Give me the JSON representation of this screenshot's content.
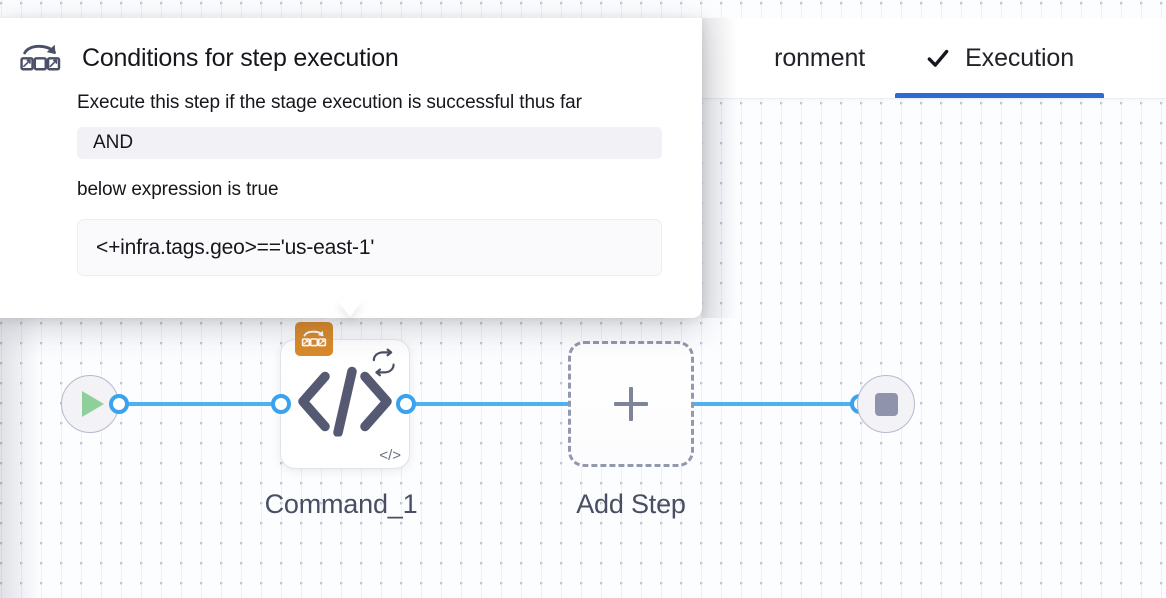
{
  "tabs": [
    {
      "label": "Environment",
      "icon": "",
      "active": false,
      "truncated_label": "ronment"
    },
    {
      "label": "Execution",
      "icon": "check-icon",
      "active": true
    }
  ],
  "popover": {
    "icon": "conditional-execution-icon",
    "title": "Conditions for step execution",
    "line1": "Execute this step if the stage execution is successful thus far",
    "operator": "AND",
    "line2": "below expression is true",
    "expression": "<+infra.tags.geo>=='us-east-1'"
  },
  "graph": {
    "start_node": {
      "name": "start-node",
      "icon": "play-icon"
    },
    "end_node": {
      "name": "end-node",
      "icon": "stop-icon"
    },
    "step": {
      "label": "Command_1",
      "main_icon": "code-icon",
      "retry_icon": "retry-loop-icon",
      "condition_badge_icon": "conditional-execution-icon",
      "type_icon": "code-icon-small"
    },
    "add_step": {
      "label": "Add Step",
      "icon": "plus-icon"
    }
  },
  "colors": {
    "accent_blue": "#2a6cd4",
    "connector_blue": "#50b1f0",
    "badge_orange": "#d98b2b",
    "play_green": "#8ed09a",
    "stop_gray": "#8f93ac"
  }
}
